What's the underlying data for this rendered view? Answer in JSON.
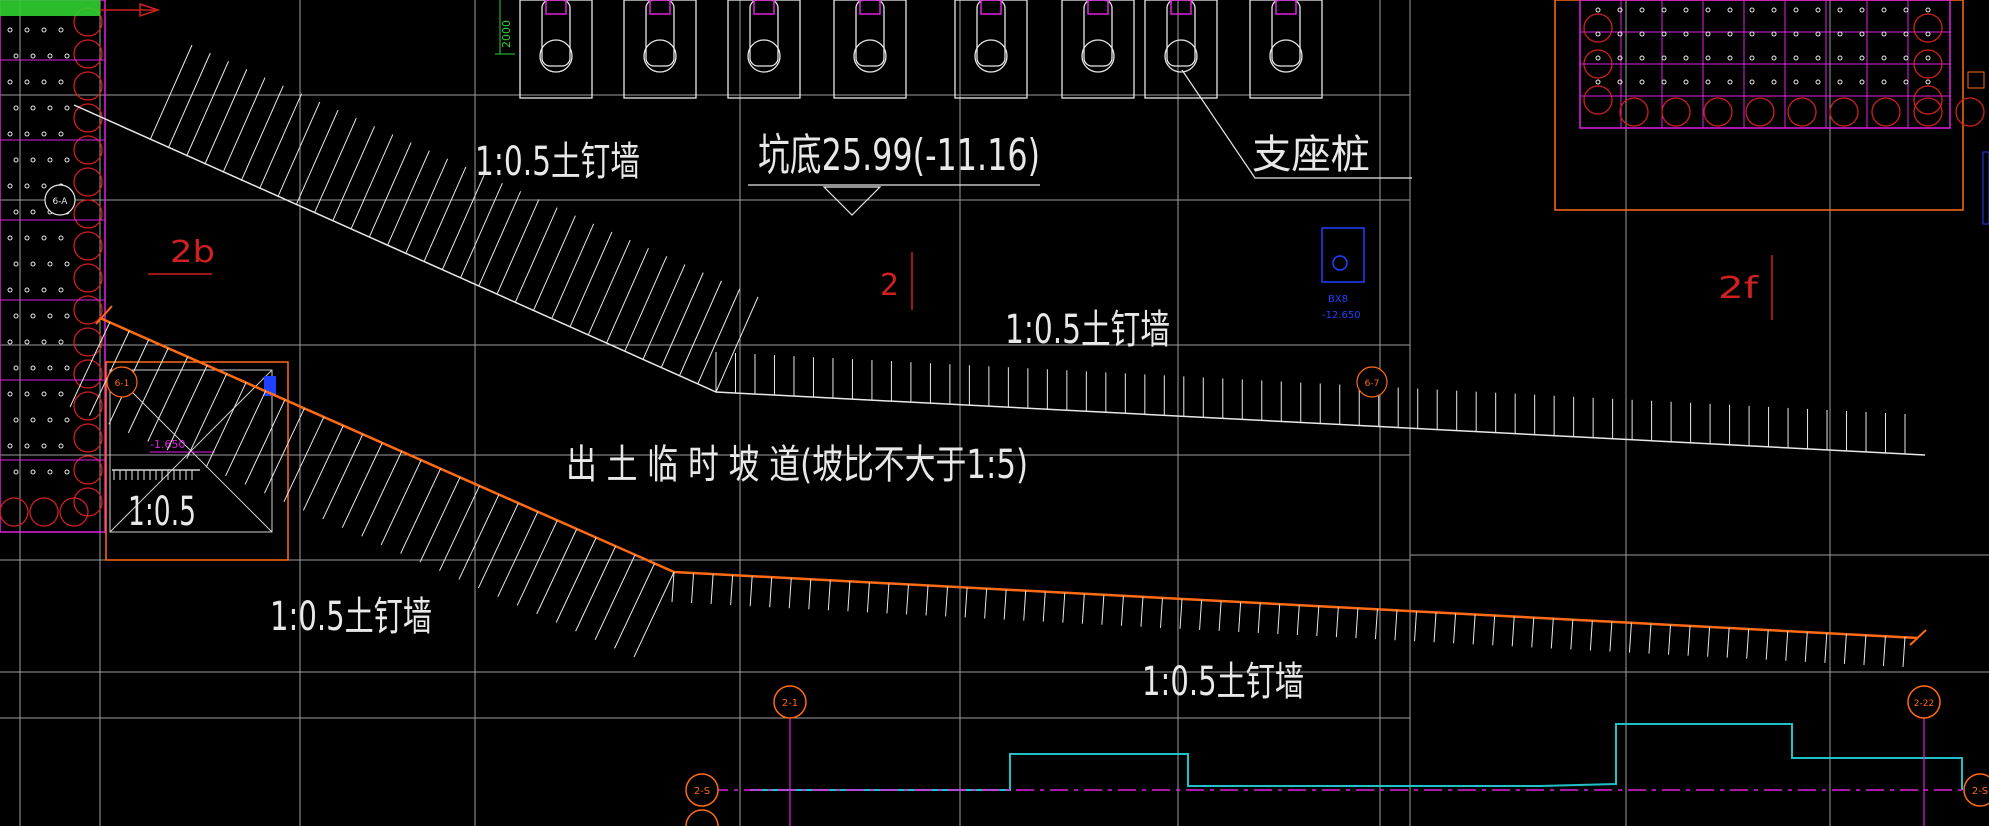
{
  "labels": {
    "nail_wall_top": "1:0.5土钉墙",
    "pit_bottom": "坑底25.99(-11.16)",
    "support_pile": "支座桩",
    "section_2b": "2b",
    "section_2": "2",
    "section_2f": "2f",
    "nail_wall_mid": "1:0.5土钉墙",
    "temp_ramp": "出 土 临 时 坡 道(坡比不大于1:5)",
    "ratio_left": "1:0.5",
    "nail_wall_left": "1:0.5土钉墙",
    "nail_wall_bottom": "1:0.5土钉墙",
    "dim_2000": "2000",
    "small_elev": "-1.650",
    "blue_tag_1": "BX8",
    "blue_tag_2": "-12.650"
  },
  "axis_bubbles": {
    "a1": "2-1",
    "a22": "2-22",
    "s1": "2-S",
    "s2": "2-S",
    "g1": "6-A",
    "g2": "6-1",
    "g3": "6-7"
  },
  "colors": {
    "background": "#000000",
    "grid": "#d8d8d8",
    "text": "#e8e8e8",
    "orange": "#ff6a14",
    "magenta": "#e020e0",
    "red": "#d02020",
    "cyan": "#20c0c8",
    "blue": "#2040ff",
    "green": "#30d030"
  }
}
